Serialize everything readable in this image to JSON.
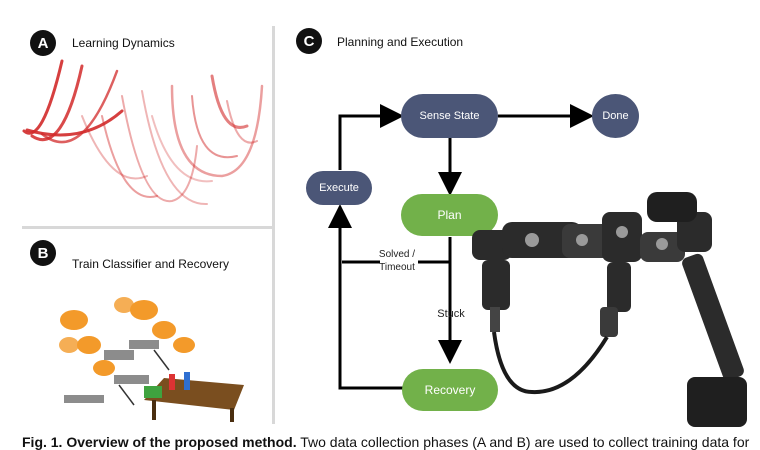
{
  "panels": {
    "a": {
      "letter": "A",
      "title": "Learning Dynamics"
    },
    "b": {
      "letter": "B",
      "title": "Train Classifier and Recovery"
    },
    "c": {
      "letter": "C",
      "title": "Planning and Execution"
    }
  },
  "flowchart": {
    "nodes": {
      "sense_state": "Sense State",
      "done": "Done",
      "execute": "Execute",
      "plan": "Plan",
      "recovery": "Recovery"
    },
    "edge_labels": {
      "solved_timeout": "Solved / Timeout",
      "stuck": "Stuck"
    }
  },
  "colors": {
    "node_navy": "#4b5677",
    "node_green": "#72b14a",
    "trajectory_red": "#d22a2a",
    "robot_orange": "#f39a2a"
  },
  "caption": {
    "label": "Fig. 1. Overview of the proposed method.",
    "text": " Two data collection phases (A and B) are used to collect training data for"
  }
}
